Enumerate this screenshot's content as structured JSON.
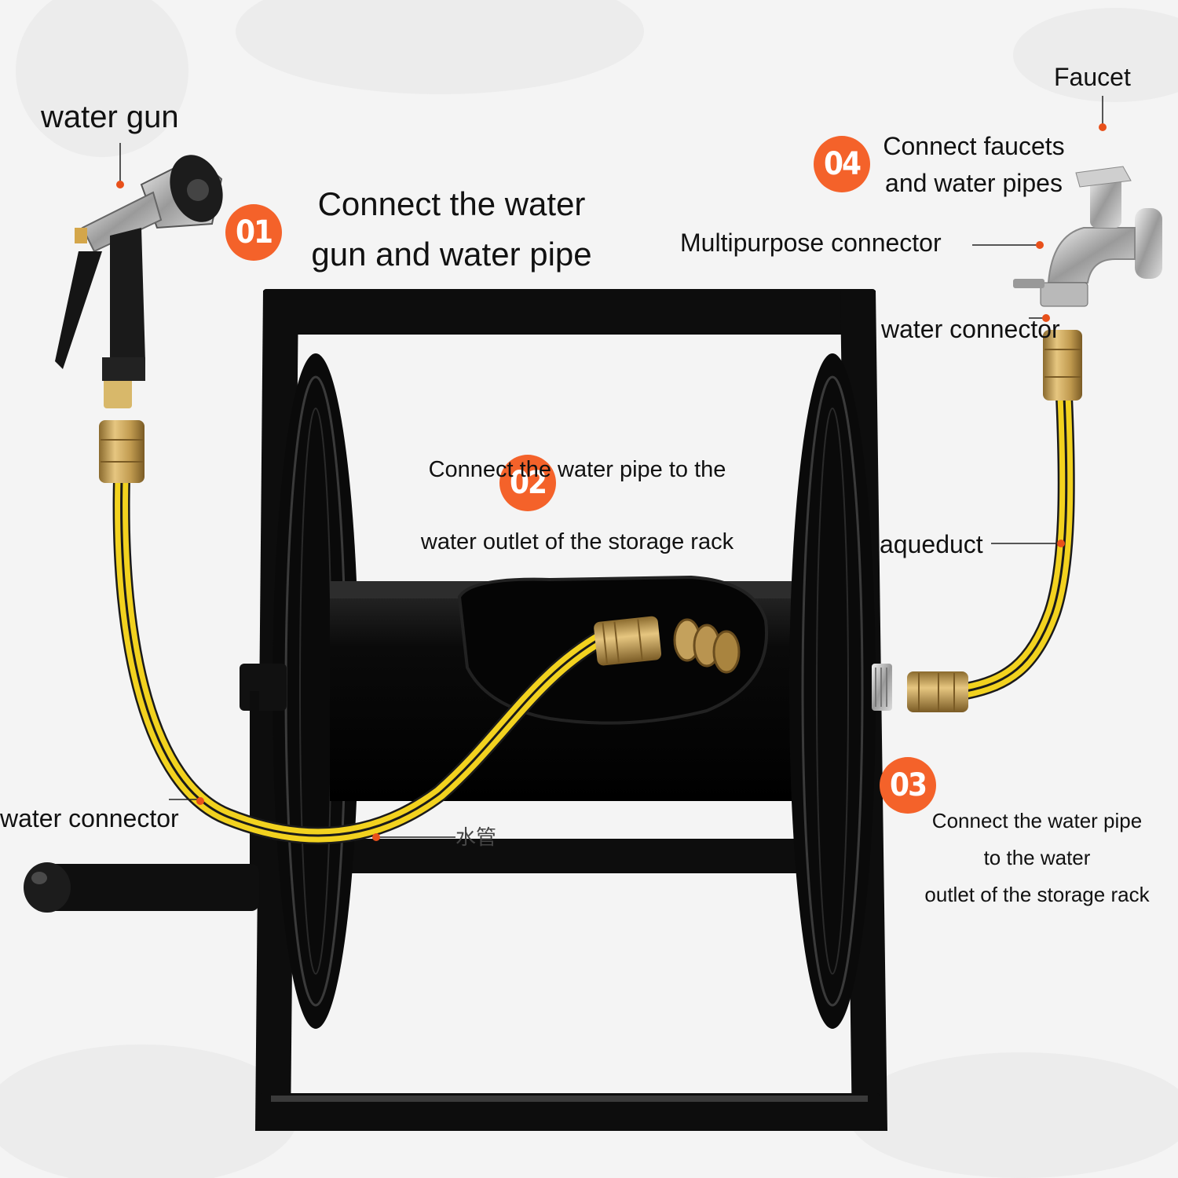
{
  "labels": {
    "water_gun": "water gun",
    "faucet": "Faucet",
    "multipurpose_connector": "Multipurpose connector",
    "water_connector_right": "water connector",
    "aqueduct": "aqueduct",
    "water_connector_left": "water connector",
    "chinese_pipe_label": "水管"
  },
  "steps": [
    {
      "number": "01",
      "lines": [
        "Connect the water",
        "gun and water pipe"
      ]
    },
    {
      "number": "02",
      "lines": [
        "Connect the water pipe to the",
        "water outlet of the storage rack"
      ]
    },
    {
      "number": "03",
      "lines": [
        "Connect the water pipe",
        "to the water",
        "outlet of the storage rack"
      ]
    },
    {
      "number": "04",
      "lines": [
        "Connect faucets",
        "and water pipes"
      ]
    }
  ],
  "colors": {
    "badge": "#f4622a",
    "leader_dot": "#e8501a",
    "hose_yellow": "#f2d21f",
    "hose_stripe": "#1a1a1a",
    "brass": "#c9a45a",
    "reel_black": "#0d0d0d"
  }
}
